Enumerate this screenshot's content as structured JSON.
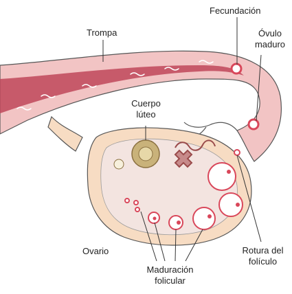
{
  "labels": {
    "trompa": "Trompa",
    "fecundacion": "Fecundación",
    "ovulo_line1": "Óvulo",
    "ovulo_line2": "maduro",
    "cuerpo_line1": "Cuerpo",
    "cuerpo_line2": "lúteo",
    "ovario": "Ovario",
    "rotura_line1": "Rotura del",
    "rotura_line2": "folículo",
    "maduracion_line1": "Maduración",
    "maduracion_line2": "folicular"
  },
  "colors": {
    "tube_outer": "#f2c4c4",
    "tube_inner": "#c0485a",
    "ovary_fill": "#f7dcc3",
    "ovary_inner": "#f3e4e0",
    "follicle_ring": "#d9475a",
    "corpus_luteum": "#c9b27a",
    "outline": "#555555"
  }
}
